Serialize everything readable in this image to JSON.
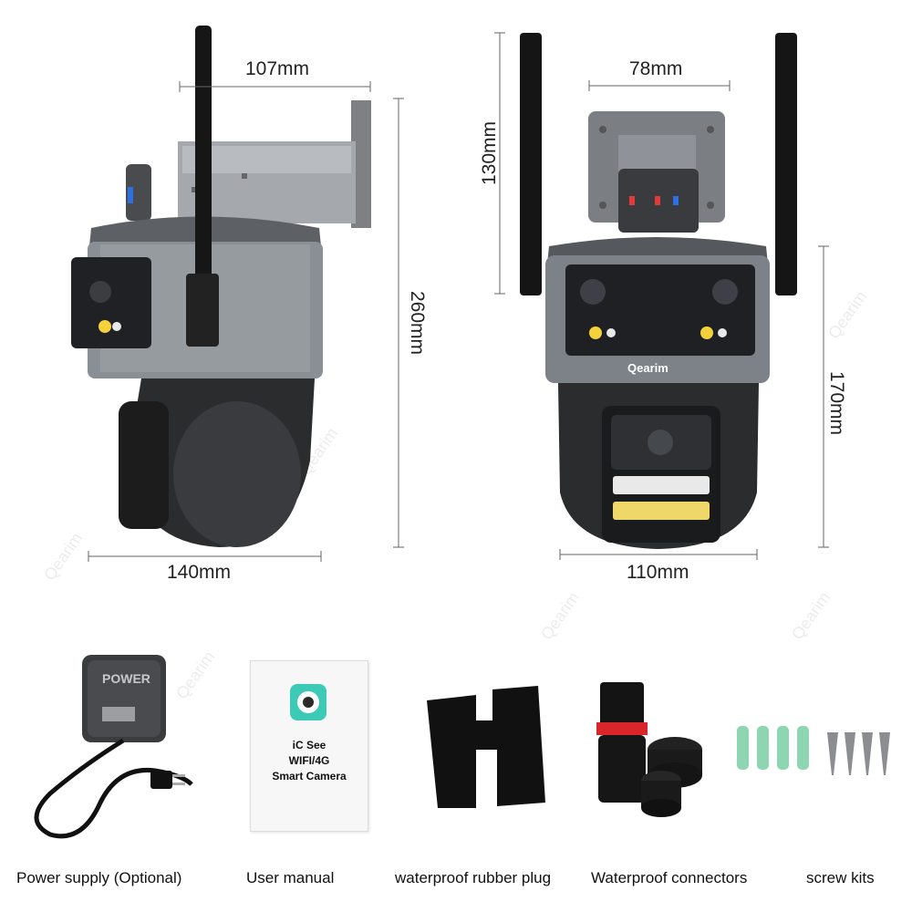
{
  "dimensions": {
    "left_top_width": "107mm",
    "left_height": "260mm",
    "left_bottom_width": "140mm",
    "right_top_width": "78mm",
    "right_bracket_height": "130mm",
    "right_body_height": "170mm",
    "right_bottom_width": "110mm"
  },
  "brand": "Qearim",
  "watermark": "Qearim",
  "power_adapter_label": "POWER",
  "manual": {
    "line1": "iC See",
    "line2": "WIFI/4G",
    "line3": "Smart Camera"
  },
  "captions": {
    "power": "Power supply (Optional)",
    "manual": "User manual",
    "plug": "waterproof rubber plug",
    "connectors": "Waterproof connectors",
    "screws": "screw kits"
  },
  "colors": {
    "camera_gray": "#7d8288",
    "camera_dark": "#2b2c2e",
    "plug_black": "#111111",
    "anchor_green": "#8ed6b2",
    "connector_red": "#d8262a"
  }
}
